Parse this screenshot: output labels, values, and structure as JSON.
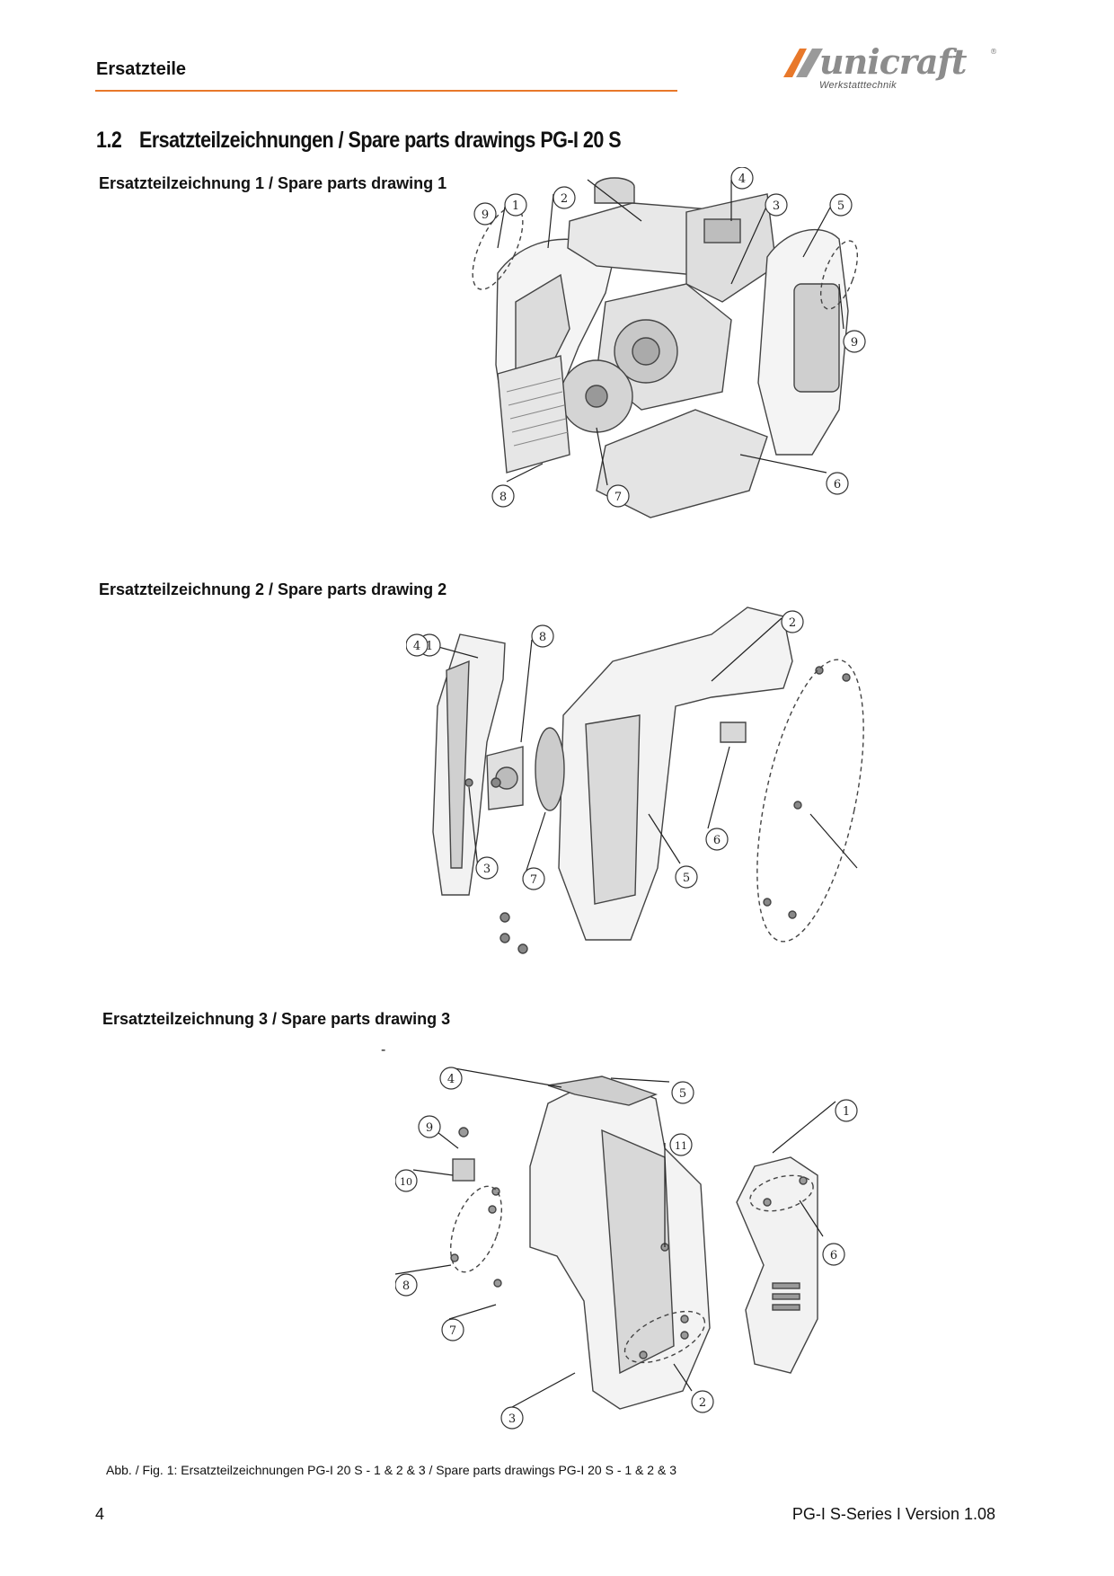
{
  "header": {
    "title": "Ersatzteile",
    "brand_name": "unicraft",
    "brand_tagline": "Werkstatttechnik",
    "accent_color": "#e8782a"
  },
  "section": {
    "number": "1.2",
    "title": "Ersatzteilzeichnungen / Spare parts drawings PG-I 20 S"
  },
  "drawings": [
    {
      "heading": "Ersatzteilzeichnung 1 / Spare parts drawing 1",
      "callouts": [
        "1",
        "2",
        "3",
        "4",
        "5",
        "6",
        "7",
        "8",
        "9",
        "9"
      ]
    },
    {
      "heading": "Ersatzteilzeichnung 2 / Spare parts drawing 2",
      "callouts": [
        "1",
        "2",
        "3",
        "4",
        "5",
        "6",
        "7",
        "8"
      ]
    },
    {
      "heading": "Ersatzteilzeichnung 3 / Spare parts drawing 3",
      "callouts": [
        "1",
        "2",
        "3",
        "4",
        "5",
        "6",
        "7",
        "8",
        "9",
        "10",
        "11"
      ]
    }
  ],
  "stray_mark": "-",
  "caption": "Abb. / Fig. 1: Ersatzteilzeichnungen  PG-I 20 S - 1 & 2 & 3 / Spare parts drawings PG-I 20 S - 1 & 2 & 3",
  "footer": {
    "page_number": "4",
    "document": "PG-I S-Series I Version 1.08"
  }
}
